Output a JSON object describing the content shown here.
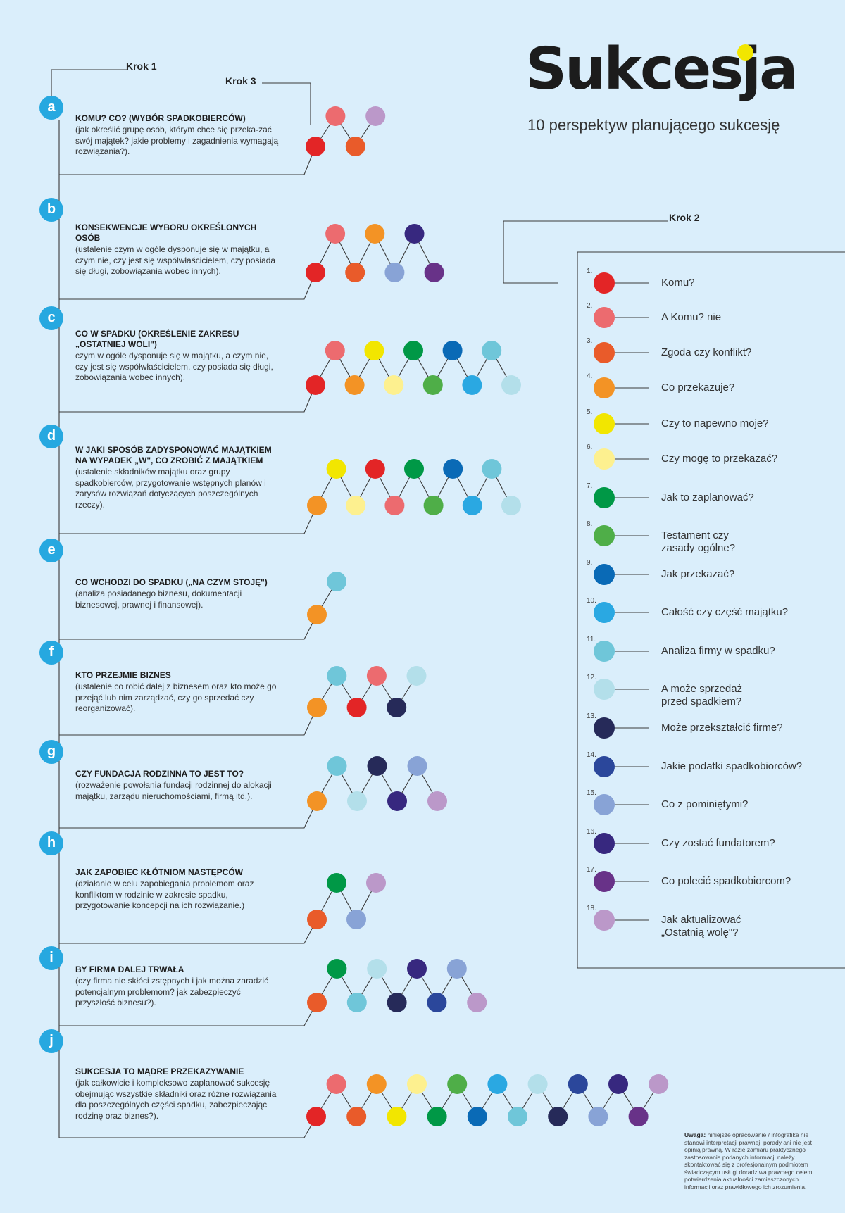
{
  "header": {
    "title": "Sukcesja",
    "subtitle": "10 perspektyw planującego sukcesję"
  },
  "steps": {
    "krok1": "Krok 1",
    "krok2": "Krok 2",
    "krok3": "Krok 3"
  },
  "colors": {
    "background": "#daeefb",
    "badge": "#26a8e0",
    "title_dot": "#f2e600",
    "q1": "#e32526",
    "q2": "#ec6b6f",
    "q3": "#e95b2a",
    "q4": "#f39325",
    "q5": "#f2e600",
    "q6": "#fdf08f",
    "q7": "#009846",
    "q8": "#4fae48",
    "q9": "#0a6ab6",
    "q10": "#2aa8e2",
    "q11": "#6fc6d9",
    "q12": "#b3dfea",
    "q13": "#262a59",
    "q14": "#2b479b",
    "q15": "#88a3d6",
    "q16": "#37287f",
    "q17": "#683288",
    "q18": "#bb98c9"
  },
  "perspectives": [
    {
      "letter": "a",
      "heading": "KOMU? CO? (WYBÓR SPADKOBIERCÓW)",
      "description": "(jak określić grupę osób, którym chce się przeka-zać swój majątek? jakie problemy i zagadnienia wymagają rozwiązania?).",
      "circles": [
        1,
        2,
        3,
        18
      ]
    },
    {
      "letter": "b",
      "heading": "KONSEKWENCJE WYBORU OKREŚLONYCH OSÓB",
      "description": "(ustalenie czym w ogóle dysponuje się w majątku, a czym nie, czy jest się współwłaścicielem, czy posiada się długi, zobowiązania wobec innych).",
      "circles": [
        1,
        2,
        3,
        4,
        15,
        16,
        17
      ]
    },
    {
      "letter": "c",
      "heading": "CO W SPADKU (OKREŚLENIE ZAKRESU\n„OSTATNIEJ WOLI\")",
      "description": "czym w ogóle dysponuje się w majątku, a czym nie, czy jest się współwłaścicielem, czy posiada się długi, zobowiązania wobec innych).",
      "circles": [
        1,
        2,
        4,
        5,
        6,
        7,
        8,
        9,
        10,
        11,
        12
      ]
    },
    {
      "letter": "d",
      "heading": "W JAKI SPOSÓB ZADYSPONOWAĆ MAJĄTKIEM\nNA WYPADEK „W\", CO ZROBIĆ Z MAJĄTKIEM",
      "description": "(ustalenie składników majątku oraz grupy spadkobierców, przygotowanie wstępnych planów i zarysów rozwiązań dotyczących poszczególnych rzeczy).",
      "circles": [
        4,
        5,
        6,
        1,
        2,
        7,
        8,
        9,
        10,
        11,
        12
      ]
    },
    {
      "letter": "e",
      "heading": "CO WCHODZI DO SPADKU („NA CZYM STOJĘ\")",
      "description": "(analiza posiadanego biznesu, dokumentacji biznesowej, prawnej i finansowej).",
      "circles": [
        4,
        11
      ]
    },
    {
      "letter": "f",
      "heading": "KTO PRZEJMIE BIZNES",
      "description": "(ustalenie co robić dalej z biznesem oraz kto może go przejąć lub nim zarządzać, czy go sprzedać czy reorganizować).",
      "circles": [
        4,
        11,
        1,
        2,
        13,
        12
      ]
    },
    {
      "letter": "g",
      "heading": "CZY FUNDACJA RODZINNA TO JEST TO?",
      "description": "(rozważenie powołania fundacji rodzinnej do alokacji majątku, zarządu nieruchomościami, firmą itd.).",
      "circles": [
        4,
        11,
        12,
        13,
        16,
        15,
        18
      ]
    },
    {
      "letter": "h",
      "heading": "JAK ZAPOBIEC KŁÓTNIOM NASTĘPCÓW",
      "description": "(działanie w celu zapobiegania problemom oraz konfliktom w rodzinie w zakresie spadku, przygotowanie koncepcji na ich rozwiązanie.)",
      "circles": [
        3,
        7,
        15,
        18
      ]
    },
    {
      "letter": "i",
      "heading": "BY FIRMA DALEJ TRWAŁA",
      "description": "(czy firma nie skłóci zstępnych i jak można zaradzić potencjalnym problemom? jak zabezpieczyć przyszłość biznesu?).",
      "circles": [
        3,
        7,
        11,
        12,
        13,
        16,
        14,
        15,
        18
      ]
    },
    {
      "letter": "j",
      "heading": "SUKCESJA TO MĄDRE PRZEKAZYWANIE",
      "description": "(jak całkowicie i kompleksowo zaplanować sukcesję obejmując wszystkie składniki oraz różne rozwiązania dla poszczególnych części spadku, zabezpieczając rodzinę oraz biznes?).",
      "circles": [
        1,
        2,
        3,
        4,
        5,
        6,
        7,
        8,
        9,
        10,
        11,
        12,
        13,
        14,
        15,
        16,
        17,
        18
      ]
    }
  ],
  "questions": [
    {
      "num": "1.",
      "label": "Komu?"
    },
    {
      "num": "2.",
      "label": "A Komu? nie"
    },
    {
      "num": "3.",
      "label": "Zgoda czy konflikt?"
    },
    {
      "num": "4.",
      "label": "Co przekazuje?"
    },
    {
      "num": "5.",
      "label": "Czy to napewno moje?"
    },
    {
      "num": "6.",
      "label": "Czy mogę to przekazać?"
    },
    {
      "num": "7.",
      "label": "Jak to zaplanować?"
    },
    {
      "num": "8.",
      "label": "Testament czy\nzasady ogólne?"
    },
    {
      "num": "9.",
      "label": "Jak przekazać?"
    },
    {
      "num": "10.",
      "label": "Całość czy część majątku?"
    },
    {
      "num": "11.",
      "label": "Analiza firmy w spadku?"
    },
    {
      "num": "12.",
      "label": "A może sprzedaż\nprzed spadkiem?"
    },
    {
      "num": "13.",
      "label": "Może przekształcić firme?"
    },
    {
      "num": "14.",
      "label": "Jakie podatki spadkobiorców?"
    },
    {
      "num": "15.",
      "label": "Co z pominiętymi?"
    },
    {
      "num": "16.",
      "label": "Czy zostać fundatorem?"
    },
    {
      "num": "17.",
      "label": "Co polecić spadkobiorcom?"
    },
    {
      "num": "18.",
      "label": "Jak aktualizować\n„Ostatnią wolę\"?"
    }
  ],
  "disclaimer": {
    "label": "Uwaga:",
    "text": " niniejsze opracowanie / infografika nie stanowi interpretacji prawnej, porady ani nie jest opinią prawną. W razie zamiaru praktycznego zastosowania podanych informacji należy skontaktować się z profesjonalnym podmiotem świadczącym usługi doradztwa prawnego celem potwierdzenia aktualności zamieszczonych informacji oraz prawidłowego ich zrozumienia."
  }
}
